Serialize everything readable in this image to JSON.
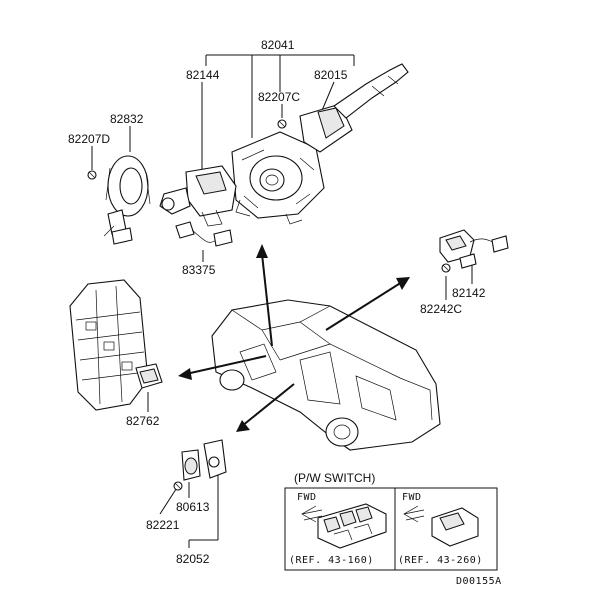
{
  "callouts": {
    "c82041": "82041",
    "c82144": "82144",
    "c82015": "82015",
    "c82207C": "82207C",
    "c82832": "82832",
    "c82207D": "82207D",
    "c83375": "83375",
    "c82142": "82142",
    "c82242C": "82242C",
    "c82762": "82762",
    "c80613": "80613",
    "c82221": "82221",
    "c82052": "82052"
  },
  "pw_switch": {
    "title": "(P/W SWITCH)",
    "left": {
      "fwd": "FWD",
      "ref": "(REF. 43-160)"
    },
    "right": {
      "fwd": "FWD",
      "ref": "(REF. 43-260)"
    }
  },
  "figure_code": "D00155A"
}
